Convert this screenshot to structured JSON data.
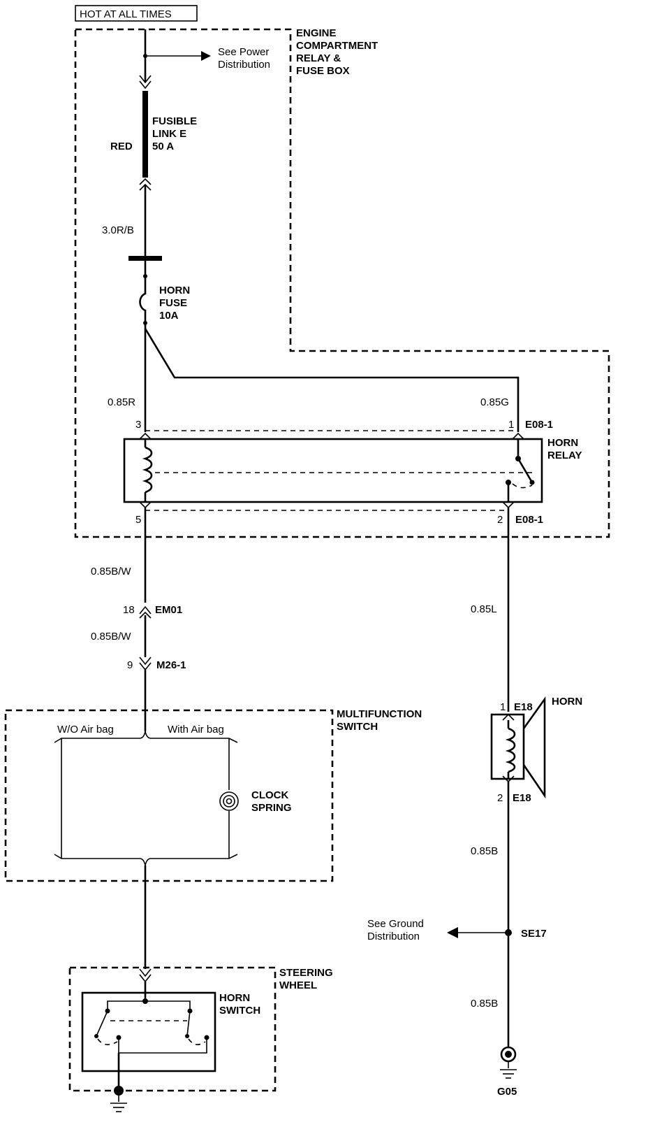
{
  "header": {
    "hot_label": "HOT AT ALL TIMES"
  },
  "power": {
    "see_power_line1": "See Power",
    "see_power_line2": "Distribution",
    "box_line1": "ENGINE",
    "box_line2": "COMPARTMENT",
    "box_line3": "RELAY &",
    "box_line4": "FUSE BOX"
  },
  "fusible_link": {
    "line1": "FUSIBLE",
    "line2": "LINK E",
    "line3": "50 A",
    "wire_color": "RED"
  },
  "wires": {
    "w1": "3.0R/B",
    "w2": "0.85R",
    "w3": "0.85G",
    "w4": "0.85B/W",
    "w5": "0.85B/W",
    "w6": "0.85L",
    "w7": "0.85B",
    "w8": "0.85B"
  },
  "horn_fuse": {
    "line1": "HORN",
    "line2": "FUSE",
    "line3": "10A"
  },
  "relay": {
    "pin3": "3",
    "pin1": "1",
    "pin5": "5",
    "pin2": "2",
    "conn_top": "E08-1",
    "conn_bottom": "E08-1",
    "label_line1": "HORN",
    "label_line2": "RELAY"
  },
  "connectors": {
    "em01_pin": "18",
    "em01": "EM01",
    "m26_pin": "9",
    "m26": "M26-1"
  },
  "multifunction": {
    "label_line1": "MULTIFUNCTION",
    "label_line2": "SWITCH",
    "wo_airbag": "W/O Air bag",
    "with_airbag": "With Air bag",
    "clock_line1": "CLOCK",
    "clock_line2": "SPRING"
  },
  "steering": {
    "label_line1": "STEERING",
    "label_line2": "WHEEL",
    "switch_line1": "HORN",
    "switch_line2": "SWITCH"
  },
  "horn": {
    "label": "HORN",
    "pin1": "1",
    "conn1": "E18",
    "pin2": "2",
    "conn2": "E18"
  },
  "ground": {
    "see_line1": "See Ground",
    "see_line2": "Distribution",
    "splice": "SE17",
    "ground_id": "G05"
  }
}
